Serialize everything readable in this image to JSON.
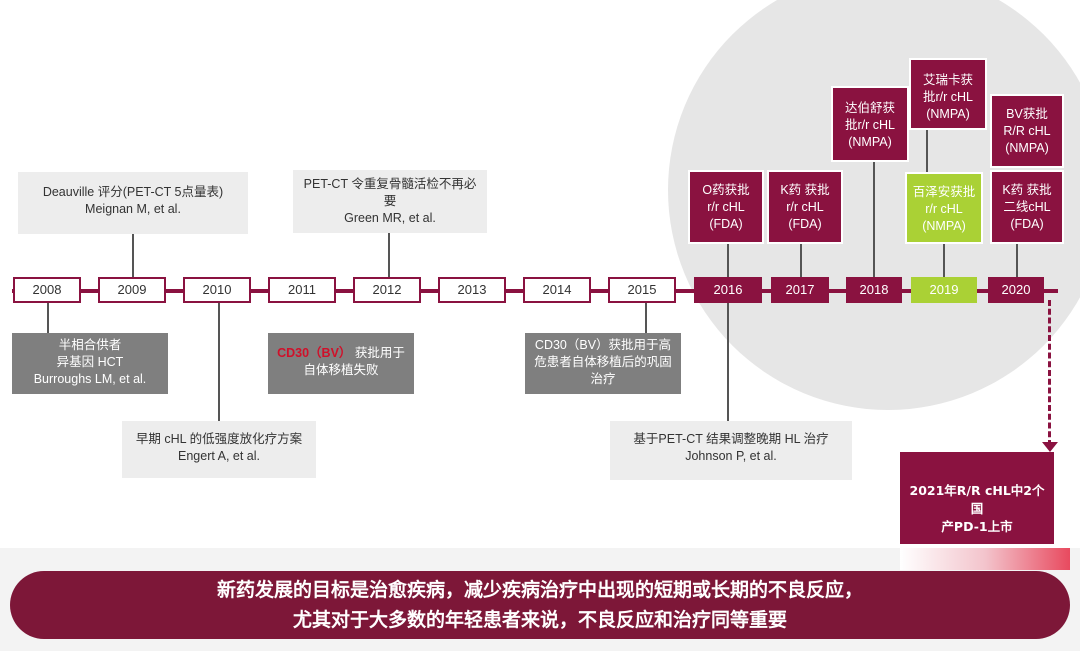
{
  "timeline": {
    "years": [
      "2008",
      "2009",
      "2010",
      "2011",
      "2012",
      "2013",
      "2014",
      "2015",
      "2016",
      "2017",
      "2018",
      "2019",
      "2020"
    ]
  },
  "events_above": [
    {
      "id": "deauville",
      "lines": [
        "Deauville 评分(PET-CT 5点量表)",
        "Meignan M, et al."
      ]
    },
    {
      "id": "petct",
      "lines": [
        "PET-CT 令重复骨髓活检不再必",
        "要",
        "Green MR, et al."
      ]
    }
  ],
  "events_below": [
    {
      "id": "haplo",
      "lines": [
        "半相合供者",
        "异基因 HCT",
        "Burroughs LM, et al."
      ]
    },
    {
      "id": "early",
      "lines": [
        "早期 cHL 的低强度放化疗方案",
        "Engert A, et al."
      ]
    },
    {
      "id": "cd30_2011",
      "highlight": "CD30（BV）",
      "lines": [
        "获批用于",
        "自体移植失败"
      ]
    },
    {
      "id": "cd30_2015",
      "lines": [
        "CD30（BV）获批用于高",
        "危患者自体移植后的巩固",
        "治疗"
      ]
    },
    {
      "id": "johnson",
      "lines": [
        "基于PET-CT 结果调整晚期 HL 治疗",
        "Johnson P, et al."
      ]
    }
  ],
  "approvals": [
    {
      "id": "o2016",
      "lines": [
        "O药获批",
        "r/r cHL",
        "(FDA)"
      ]
    },
    {
      "id": "k2017",
      "lines": [
        "K药 获批",
        "r/r cHL",
        "(FDA)"
      ]
    },
    {
      "id": "daboshu",
      "lines": [
        "达伯舒获",
        "批r/r cHL",
        "(NMPA)"
      ]
    },
    {
      "id": "airuika",
      "lines": [
        "艾瑞卡获",
        "批r/r cHL",
        "(NMPA)"
      ]
    },
    {
      "id": "baize",
      "lines": [
        "百泽安获批",
        "r/r cHL",
        "(NMPA)"
      ]
    },
    {
      "id": "bv2020",
      "lines": [
        "BV获批",
        "R/R cHL",
        "(NMPA)"
      ]
    },
    {
      "id": "k2020",
      "lines": [
        "K药 获批",
        "二线cHL",
        "(FDA)"
      ]
    }
  ],
  "final_box": {
    "lines": [
      "2021年R/R cHL中2个国",
      "产PD-1上市"
    ]
  },
  "banner": {
    "line1": "新药发展的目标是治愈疾病，减少疾病治疗中出现的短期或长期的不良反应，",
    "line2": "尤其对于大多数的年轻患者来说，不良反应和治疗同等重要"
  },
  "colors": {
    "accent": "#8a1240",
    "green": "#aad135",
    "grey_box": "#7f7f7f",
    "light_box": "#ededed"
  }
}
